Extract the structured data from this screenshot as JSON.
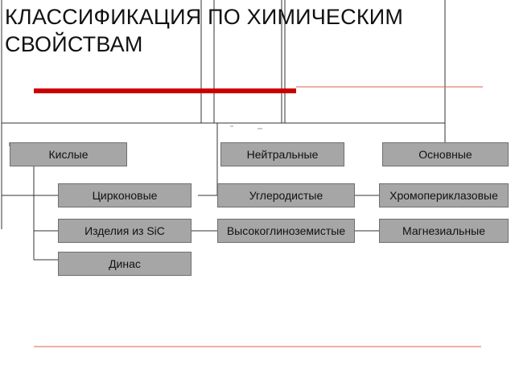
{
  "title": {
    "line1": "КЛАССИФИКАЦИЯ ПО ХИМИЧЕСКИМ",
    "line2": "СВОЙСТВАМ"
  },
  "colors": {
    "node_fill": "#a6a6a6",
    "node_border": "#6f6f6f",
    "accent_red": "#cc0000",
    "thin_red": "#d9634f",
    "connector": "#333333"
  },
  "categories": {
    "acidic": "Кислые",
    "neutral": "Нейтральные",
    "basic": "Основные"
  },
  "products": {
    "zircon": "Цирконовые",
    "sic": "Изделия из SiC",
    "dinas": "Динас",
    "carbon": "Углеродистые",
    "high_alumina": "Высокоглиноземистые",
    "chrome_periclase": "Хромопериклазовые",
    "magnesia": "Магнезиальные"
  }
}
